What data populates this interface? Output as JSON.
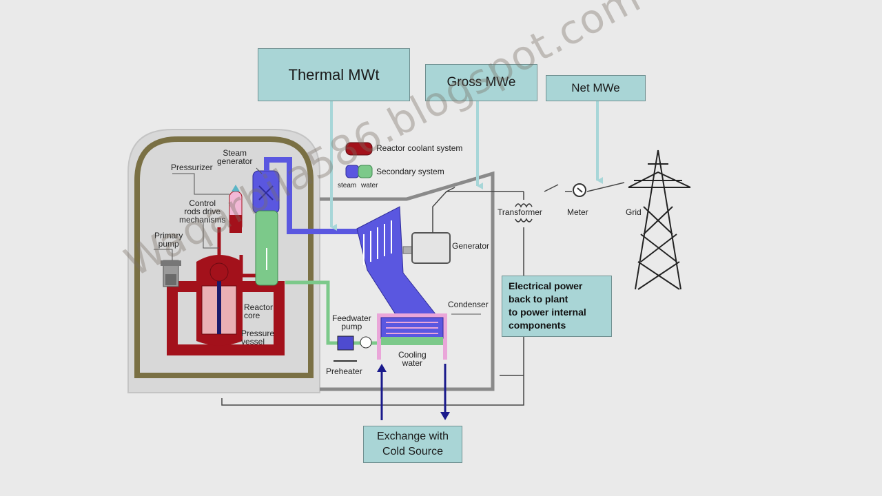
{
  "callouts": {
    "thermal": "Thermal MWt",
    "gross": "Gross MWe",
    "net": "Net MWe",
    "cold_source": [
      "Exchange with",
      "Cold Source"
    ],
    "electrical_power": [
      "Electrical power",
      "back to plant",
      "to power internal",
      "components"
    ]
  },
  "legend": {
    "reactor_coolant": "Reactor coolant system",
    "secondary": "Secondary system",
    "steam": "steam",
    "water": "water"
  },
  "labels": {
    "steam_generator": [
      "Steam",
      "generator"
    ],
    "pressurizer": "Pressurizer",
    "control_rods": [
      "Control",
      "rods drive",
      "mechanisms"
    ],
    "primary_pump": [
      "Primary",
      "pump"
    ],
    "reactor_core": [
      "Reactor",
      "core"
    ],
    "pressure_vessel": [
      "Pressure",
      "vessel"
    ],
    "feedwater_pump": [
      "Feedwater",
      "pump"
    ],
    "preheater": "Preheater",
    "cooling_water": [
      "Cooling",
      "water"
    ],
    "condenser": "Condenser",
    "generator": "Generator",
    "transformer": "Transformer",
    "meter": "Meter",
    "grid": "Grid"
  },
  "watermark": "Waqarbila586.blogspot.com",
  "colors": {
    "reactor_coolant": "#a3111b",
    "steam": "#5a57e0",
    "water": "#7cc98a",
    "callout_bg": "#a9d5d6",
    "arrow_light": "#a7d6d8",
    "arrow_dark": "#1a1a8c",
    "containment": "#7a7044"
  }
}
